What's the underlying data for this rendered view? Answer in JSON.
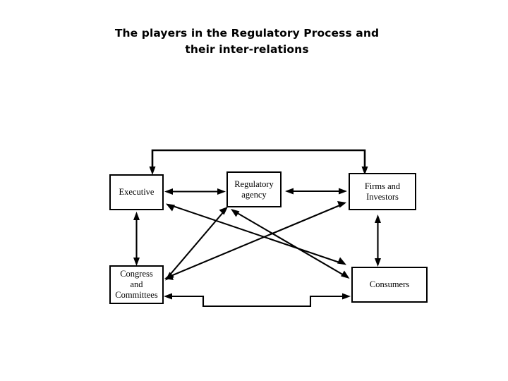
{
  "title": {
    "line1": "The players in the Regulatory Process and",
    "line2": "their inter-relations"
  },
  "colors": {
    "background": "#ffffff",
    "stroke": "#000000",
    "text": "#000000"
  },
  "nodes": [
    {
      "id": "executive",
      "label": "Executive"
    },
    {
      "id": "regulatory",
      "label": "Regulatory\nagency",
      "line1": "Regulatory",
      "line2": "agency"
    },
    {
      "id": "firms",
      "label": "Firms and\nInvestors",
      "line1": "Firms and",
      "line2": "Investors"
    },
    {
      "id": "congress",
      "label": "Congress\nand\nCommittees",
      "line1": "Congress",
      "line2": "and",
      "line3": "Committees"
    },
    {
      "id": "consumers",
      "label": "Consumers"
    }
  ],
  "edges": [
    {
      "id": "top-bracket",
      "from": "executive",
      "to": "firms",
      "style": "elbow-bracket",
      "arrows": "both-ends-down"
    },
    {
      "id": "exec-regulatory",
      "from": "executive",
      "to": "regulatory",
      "style": "straight",
      "arrows": "double"
    },
    {
      "id": "regulatory-firms",
      "from": "regulatory",
      "to": "firms",
      "style": "straight",
      "arrows": "double"
    },
    {
      "id": "exec-congress",
      "from": "executive",
      "to": "congress",
      "style": "straight",
      "arrows": "double"
    },
    {
      "id": "firms-consumers",
      "from": "firms",
      "to": "consumers",
      "style": "straight",
      "arrows": "double"
    },
    {
      "id": "regulatory-congress",
      "from": "regulatory",
      "to": "congress",
      "style": "diagonal",
      "arrows": "double"
    },
    {
      "id": "congress-firms",
      "from": "congress",
      "to": "firms",
      "style": "diagonal",
      "arrows": "single"
    },
    {
      "id": "regulatory-consumers",
      "from": "regulatory",
      "to": "consumers",
      "style": "diagonal",
      "arrows": "single"
    },
    {
      "id": "congress-consumers",
      "from": "congress",
      "to": "consumers",
      "style": "elbow-step",
      "arrows": "double"
    }
  ]
}
